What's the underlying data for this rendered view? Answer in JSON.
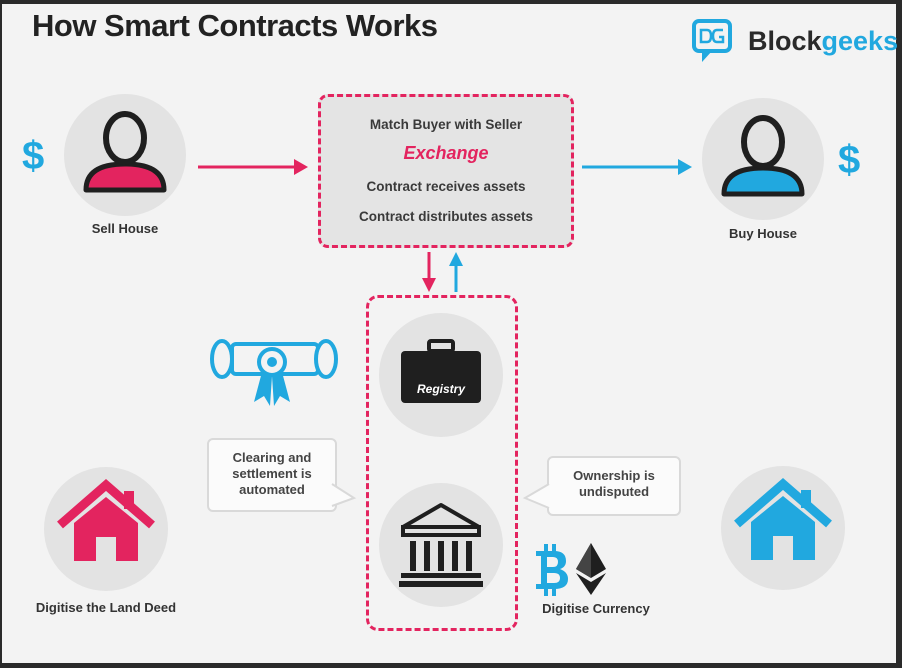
{
  "title": "How Smart Contracts Works",
  "brand": {
    "name_dark": "Block",
    "name_accent": "geeks",
    "logo_icon": "dg-speech-bubble-icon"
  },
  "colors": {
    "accent_pink": "#e3245f",
    "accent_blue": "#21a8df",
    "circle_gray": "#e3e3e3",
    "text_dark": "#333333"
  },
  "sell": {
    "label": "Sell House",
    "currency_symbol": "$",
    "icon": "person-icon"
  },
  "buy": {
    "label": "Buy House",
    "currency_symbol": "$",
    "icon": "person-icon"
  },
  "exchange_box": {
    "lines": [
      "Match Buyer with Seller",
      "Exchange",
      "Contract receives assets",
      "Contract distributes assets"
    ]
  },
  "registry": {
    "label": "Registry",
    "icon": "briefcase-icon"
  },
  "bank": {
    "icon": "bank-building-icon"
  },
  "left_bubble": {
    "lines": [
      "Clearing and",
      "settlement is",
      "automated"
    ]
  },
  "right_bubble": {
    "lines": [
      "Ownership is",
      "undisputed"
    ]
  },
  "land_deed": {
    "label": "Digitise the Land Deed",
    "icon": "house-icon",
    "badge_icon": "certificate-ribbon-icon"
  },
  "currency": {
    "label": "Digitise Currency",
    "icons": [
      "bitcoin-icon",
      "ethereum-icon"
    ]
  }
}
